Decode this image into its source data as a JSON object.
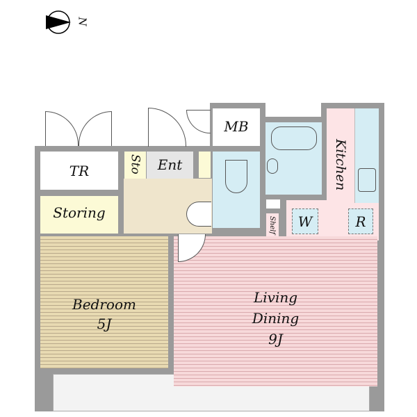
{
  "compass": {
    "label": "N"
  },
  "rooms": {
    "tr": "TR",
    "storing": "Storing",
    "sto": "Sto",
    "ent": "Ent",
    "mb": "MB",
    "kitchen": "Kitchen",
    "shelf": "Shelf",
    "w": "W",
    "r": "R",
    "bedroom": "Bedroom",
    "bedroom_size": "5J",
    "living": "Living",
    "dining": "Dining",
    "living_size": "9J"
  },
  "colors": {
    "wall": "#9a9a9a",
    "wet": "#d5edf4",
    "kitchen": "#fde4e6",
    "storage": "#fcfad6",
    "hall": "#efe5cc",
    "bedroom": "#e8dab2",
    "living": "#f7d9da"
  }
}
